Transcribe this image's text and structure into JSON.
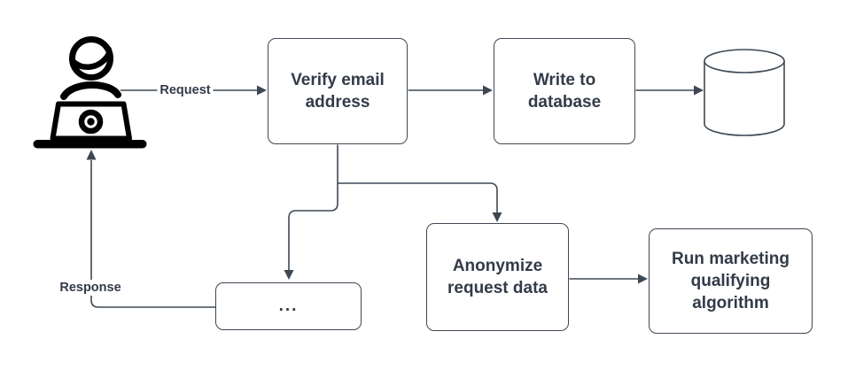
{
  "colors": {
    "line": "#3e4854",
    "text": "#333b49",
    "node_fill": "#ffffff",
    "node_border": "#3e4854",
    "icon": "#000000",
    "background": "#ffffff"
  },
  "nodes": {
    "verify": {
      "label": "Verify email address"
    },
    "write": {
      "label": "Write to database"
    },
    "placeholder": {
      "label": "..."
    },
    "anonymize": {
      "label": "Anonymize request data"
    },
    "run": {
      "label": "Run marketing qualifying algorithm"
    }
  },
  "edges": {
    "request": {
      "label": "Request"
    },
    "response": {
      "label": "Response"
    }
  },
  "icons": {
    "person": "person-at-laptop-icon",
    "database": "database-cylinder-icon"
  }
}
